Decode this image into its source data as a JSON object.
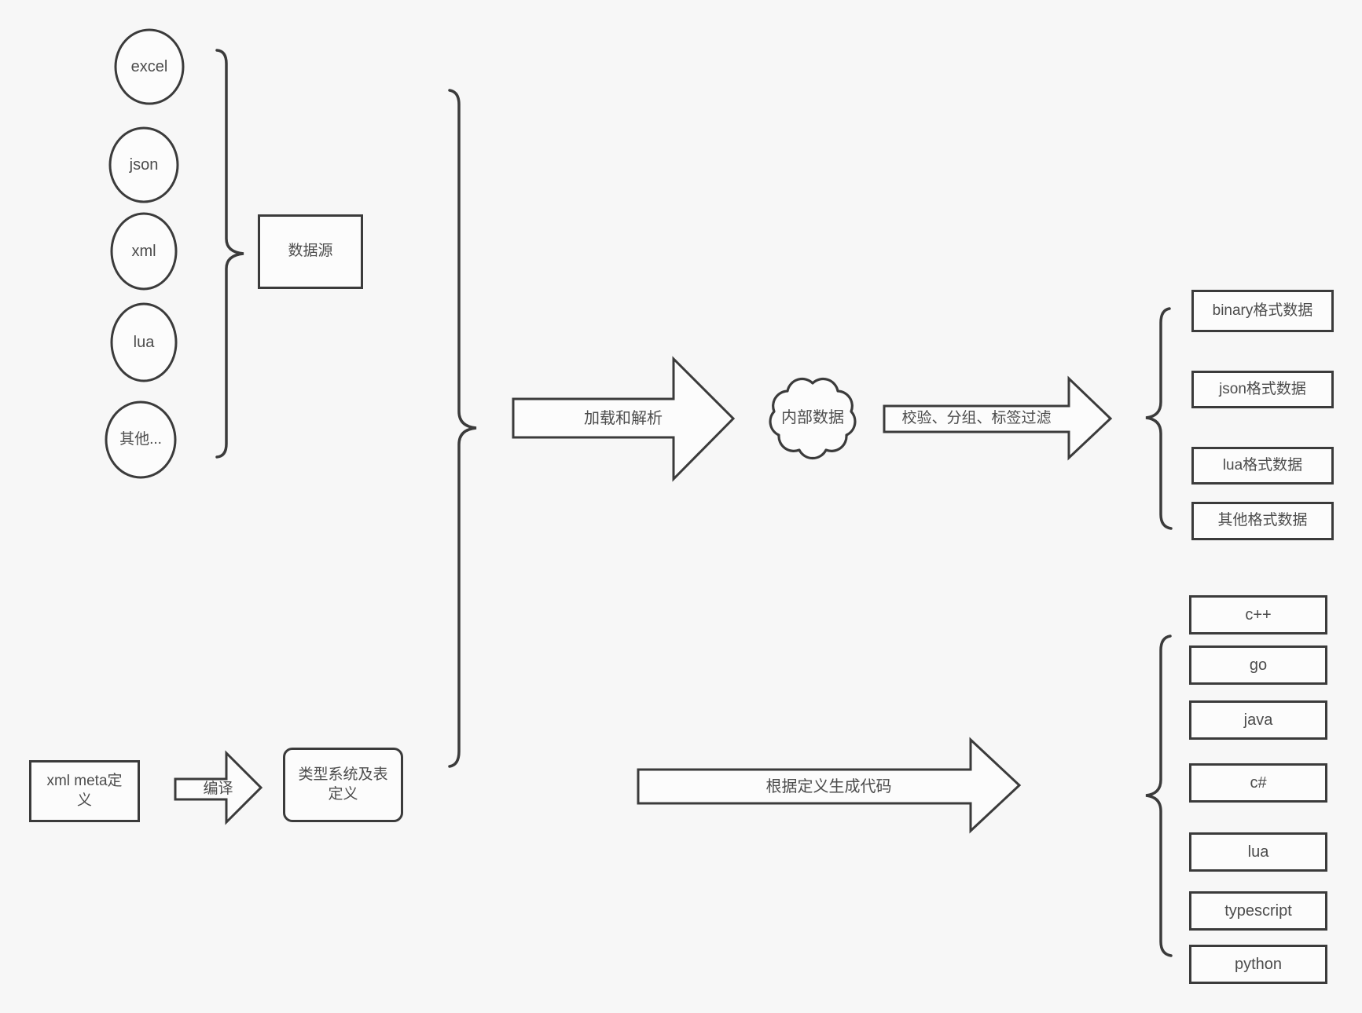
{
  "colors": {
    "background": "#f7f7f7",
    "stroke": "#3b3b3b",
    "shape_fill": "#fcfcfc",
    "text": "#4c4c4c"
  },
  "sources": {
    "items": [
      "excel",
      "json",
      "xml",
      "lua",
      "其他..."
    ],
    "group_label": "数据源"
  },
  "pipeline": {
    "load_arrow_label": "加载和解析",
    "internal_data_label": "内部数据",
    "filter_arrow_label": "校验、分组、标签过滤",
    "output_formats": [
      "binary格式数据",
      "json格式数据",
      "lua格式数据",
      "其他格式数据"
    ]
  },
  "definitions": {
    "xml_meta_label": "xml meta定义",
    "compile_arrow_label": "编译",
    "type_system_label": "类型系统及表定义"
  },
  "codegen": {
    "arrow_label": "根据定义生成代码",
    "languages": [
      "c++",
      "go",
      "java",
      "c#",
      "lua",
      "typescript",
      "python"
    ]
  }
}
